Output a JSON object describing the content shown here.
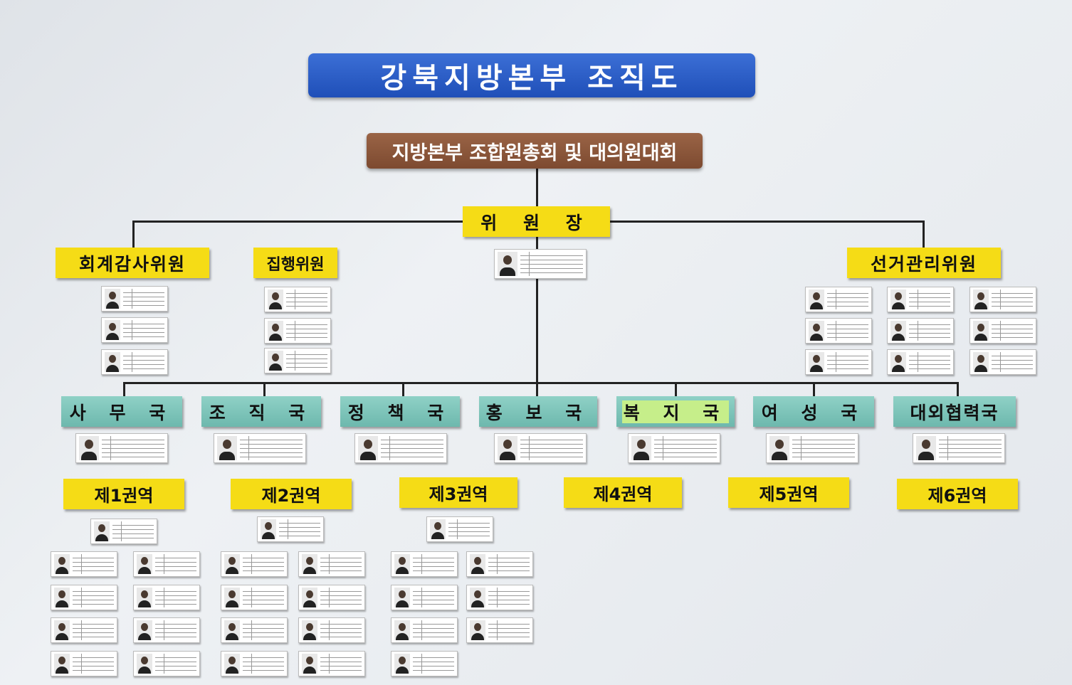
{
  "title": "강북지방본부 조직도",
  "assembly": "지방본부 조합원총회 및 대의원대회",
  "chair": "위 원 장",
  "committees": {
    "audit": "회계감사위원",
    "executive": "집행위원",
    "election": "선거관리위원"
  },
  "bureaus": [
    "사 무 국",
    "조 직 국",
    "정 책 국",
    "홍 보 국",
    "복 지 국",
    "여 성 국",
    "대외협력국"
  ],
  "regions": [
    "제1권역",
    "제2권역",
    "제3권역",
    "제4권역",
    "제5권역",
    "제6권역"
  ],
  "colors": {
    "title_bg": "#2a5bc4",
    "assembly_bg": "#8b5638",
    "yellow_box": "#f5dc16",
    "teal_box": "#7cc4b9",
    "welfare_inner": "#c6ee8a"
  }
}
